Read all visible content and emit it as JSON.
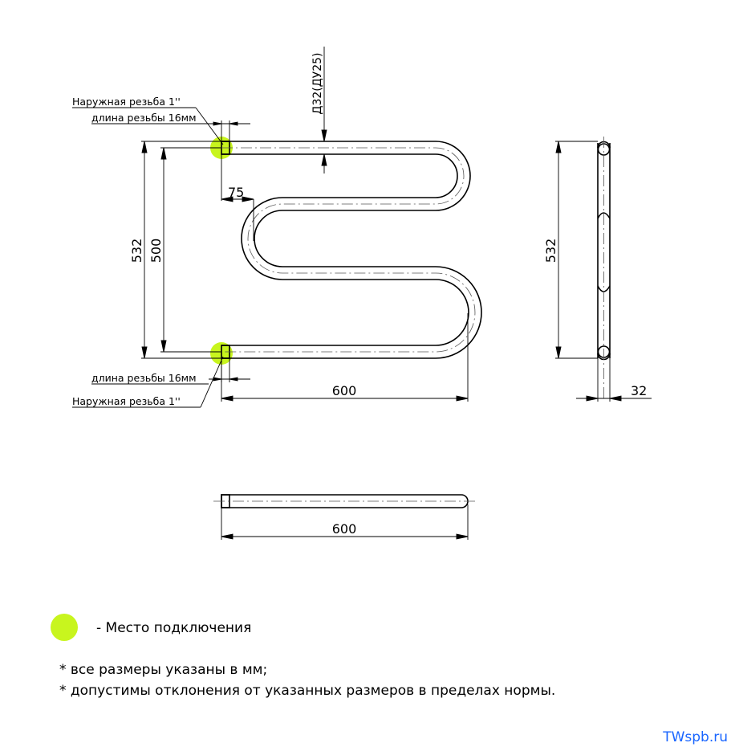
{
  "dimensions": {
    "pipe_diameter": "Д32(ДУ25)",
    "height_outer": "532",
    "height_axes": "500",
    "offset": "75",
    "width_front": "600",
    "height_side": "532",
    "depth_side": "32",
    "width_top": "600"
  },
  "thread_notes": {
    "top_thread": "Наружная резьба 1''",
    "top_length": "длина резьбы 16мм",
    "bottom_length": "длина резьбы 16мм",
    "bottom_thread": "Наружная резьба 1''"
  },
  "legend": {
    "connection_label": "- Место подключения",
    "connection_color": "#c8f51e"
  },
  "footnotes": [
    "* все размеры указаны в мм;",
    "* допустимы отклонения от указанных размеров в пределах нормы."
  ],
  "site": {
    "label": "TWspb.ru",
    "color": "#1a66ff"
  }
}
